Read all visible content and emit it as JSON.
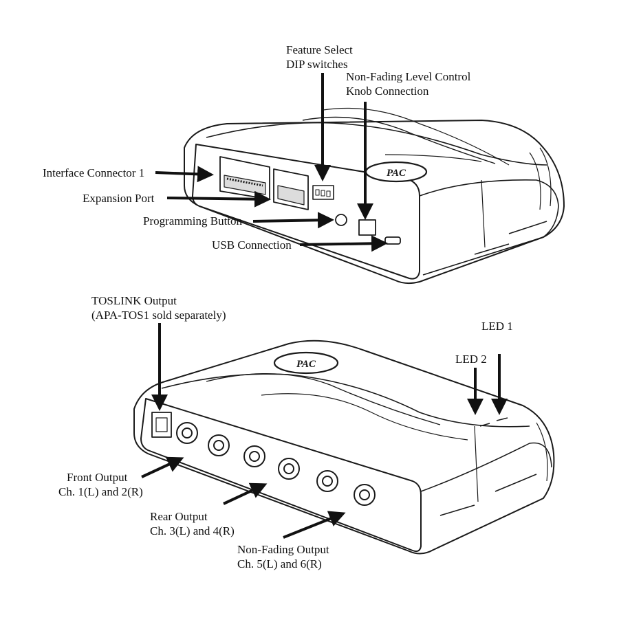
{
  "labels": {
    "feature_select": {
      "line1": "Feature Select",
      "line2": "DIP switches"
    },
    "non_fading_level": {
      "line1": "Non-Fading Level Control",
      "line2": "Knob Connection"
    },
    "interface_connector": "Interface  Connector 1",
    "expansion_port": "Expansion Port",
    "programming_button": "Programming Button",
    "usb_connection": "USB Connection",
    "toslink": {
      "line1": "TOSLINK Output",
      "line2": "(APA-TOS1 sold separately)"
    },
    "led1": "LED 1",
    "led2": "LED 2",
    "front_output": {
      "line1": "Front Output",
      "line2": "Ch. 1(L) and 2(R)"
    },
    "rear_output": {
      "line1": "Rear Output",
      "line2": "Ch. 3(L) and 4(R)"
    },
    "nonfading_output": {
      "line1": "Non-Fading Output",
      "line2": "Ch. 5(L) and 6(R)"
    }
  },
  "logo_text": "PAC",
  "colors": {
    "stroke": "#1a1a1a",
    "background": "#ffffff",
    "shade": "#dcdcdc"
  }
}
